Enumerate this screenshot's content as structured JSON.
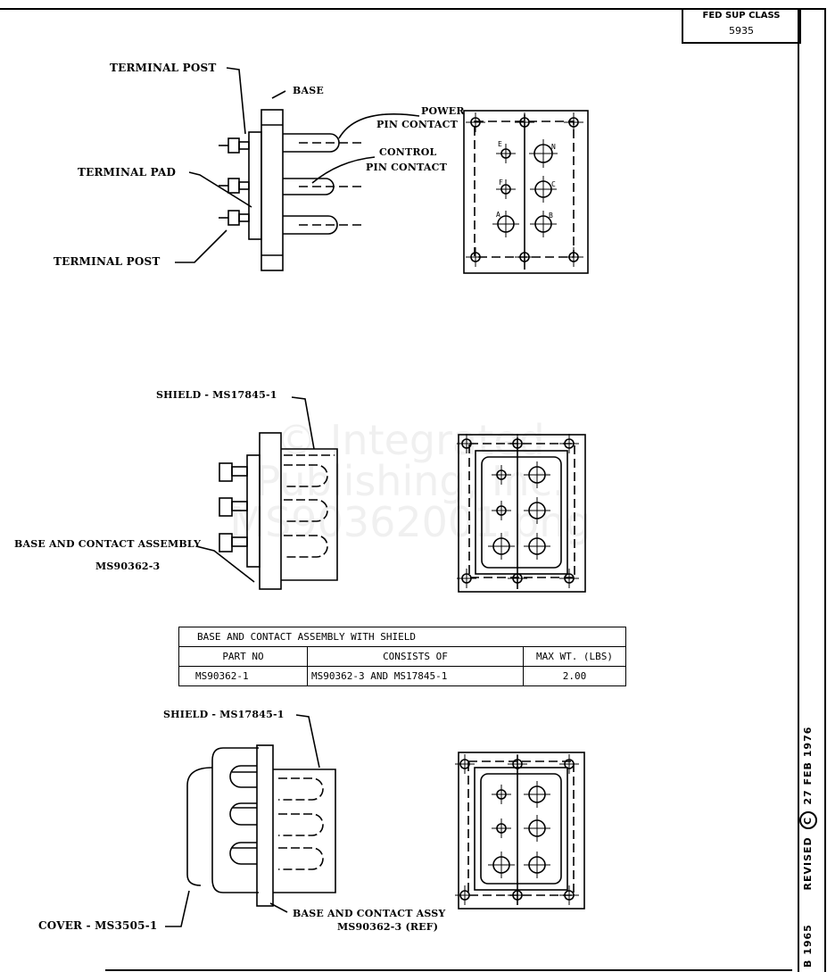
{
  "header": {
    "fed_sup_class_label": "FED SUP CLASS",
    "fed_sup_class_value": "5935"
  },
  "margin": {
    "left_text": "B 1965",
    "revised_label": "REVISED",
    "revision_letter": "C",
    "revised_date": "27 FEB 1976"
  },
  "figure1": {
    "labels": {
      "terminal_post_top": "TERMINAL POST",
      "base": "BASE",
      "power_pin_contact_1": "POWER",
      "power_pin_contact_2": "PIN CONTACT",
      "control_pin_contact_1": "CONTROL",
      "control_pin_contact_2": "PIN  CONTACT",
      "terminal_pad": "TERMINAL PAD",
      "terminal_post_bottom": "TERMINAL POST"
    },
    "pin_letters": [
      "E",
      "N",
      "F",
      "C",
      "A",
      "B"
    ]
  },
  "figure2": {
    "labels": {
      "shield": "SHIELD - MS17845-1",
      "assembly_1": "BASE AND CONTACT ASSEMBLY",
      "assembly_2": "MS90362-3"
    }
  },
  "table": {
    "title": "BASE AND CONTACT ASSEMBLY WITH SHIELD",
    "headers": [
      "PART NO",
      "CONSISTS OF",
      "MAX WT. (LBS)"
    ],
    "rows": [
      [
        "MS90362-1",
        "MS90362-3 AND MS17845-1",
        "2.00"
      ]
    ]
  },
  "figure3": {
    "labels": {
      "shield": "SHIELD - MS17845-1",
      "cover": "COVER - MS3505-1",
      "assy_1": "BASE AND CONTACT ASSY",
      "assy_2": "MS90362-3 (REF)"
    }
  },
  "watermark": {
    "line1": "© Integrated",
    "line2": "Publishing, Inc.",
    "line3": "MS90362001.png"
  }
}
